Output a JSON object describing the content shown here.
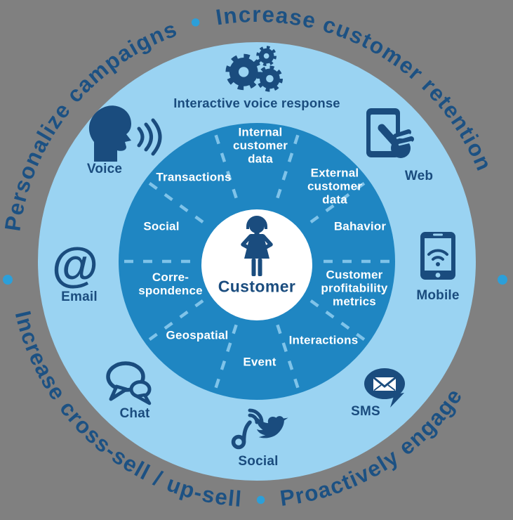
{
  "palette": {
    "background": "#808080",
    "outer_ring_blue": "#9AD3F2",
    "inner_circle_blue": "#1F86C2",
    "center_circle": "#FFFFFF",
    "navy": "#1A4C7E",
    "ring_text_navy": "#1C5183",
    "dash_light_blue": "#7FC3E9",
    "separator_dot_blue": "#2C9FD9",
    "segment_text": "#FFFFFF"
  },
  "ring_text": {
    "top_left": "Personalize campaigns",
    "top_separator": "•",
    "top_right": "Increase customer retention",
    "bottom_left": "Increase cross-sell / up-sell",
    "bottom_separator": "•",
    "bottom_right": "Proactively engage",
    "left_separator": "•",
    "right_separator": "•"
  },
  "channels": [
    {
      "id": "ivr",
      "label": "Interactive voice response",
      "icon": "gears-icon"
    },
    {
      "id": "voice",
      "label": "Voice",
      "icon": "speaking-head-icon"
    },
    {
      "id": "web",
      "label": "Web",
      "icon": "tablet-hand-icon"
    },
    {
      "id": "email",
      "label": "Email",
      "icon": "at-icon",
      "glyph": "@"
    },
    {
      "id": "mobile",
      "label": "Mobile",
      "icon": "smartphone-wifi-icon"
    },
    {
      "id": "chat",
      "label": "Chat",
      "icon": "chat-bubbles-icon"
    },
    {
      "id": "sms",
      "label": "SMS",
      "icon": "sms-envelope-icon"
    },
    {
      "id": "social",
      "label": "Social",
      "icon": "social-bird-icon"
    }
  ],
  "data_segments": [
    {
      "id": "internal-customer-data",
      "label": "Internal\ncustomer\ndata"
    },
    {
      "id": "external-customer-data",
      "label": "External\ncustomer\ndata"
    },
    {
      "id": "behavior",
      "label": "Bahavior"
    },
    {
      "id": "customer-profitability-metrics",
      "label": "Customer\nprofitability\nmetrics"
    },
    {
      "id": "interactions",
      "label": "Interactions"
    },
    {
      "id": "event",
      "label": "Event"
    },
    {
      "id": "geospatial",
      "label": "Geospatial"
    },
    {
      "id": "correspondence",
      "label": "Corre-\nspondence"
    },
    {
      "id": "social-data",
      "label": "Social"
    },
    {
      "id": "transactions",
      "label": "Transactions"
    }
  ],
  "center": {
    "label": "Customer"
  }
}
